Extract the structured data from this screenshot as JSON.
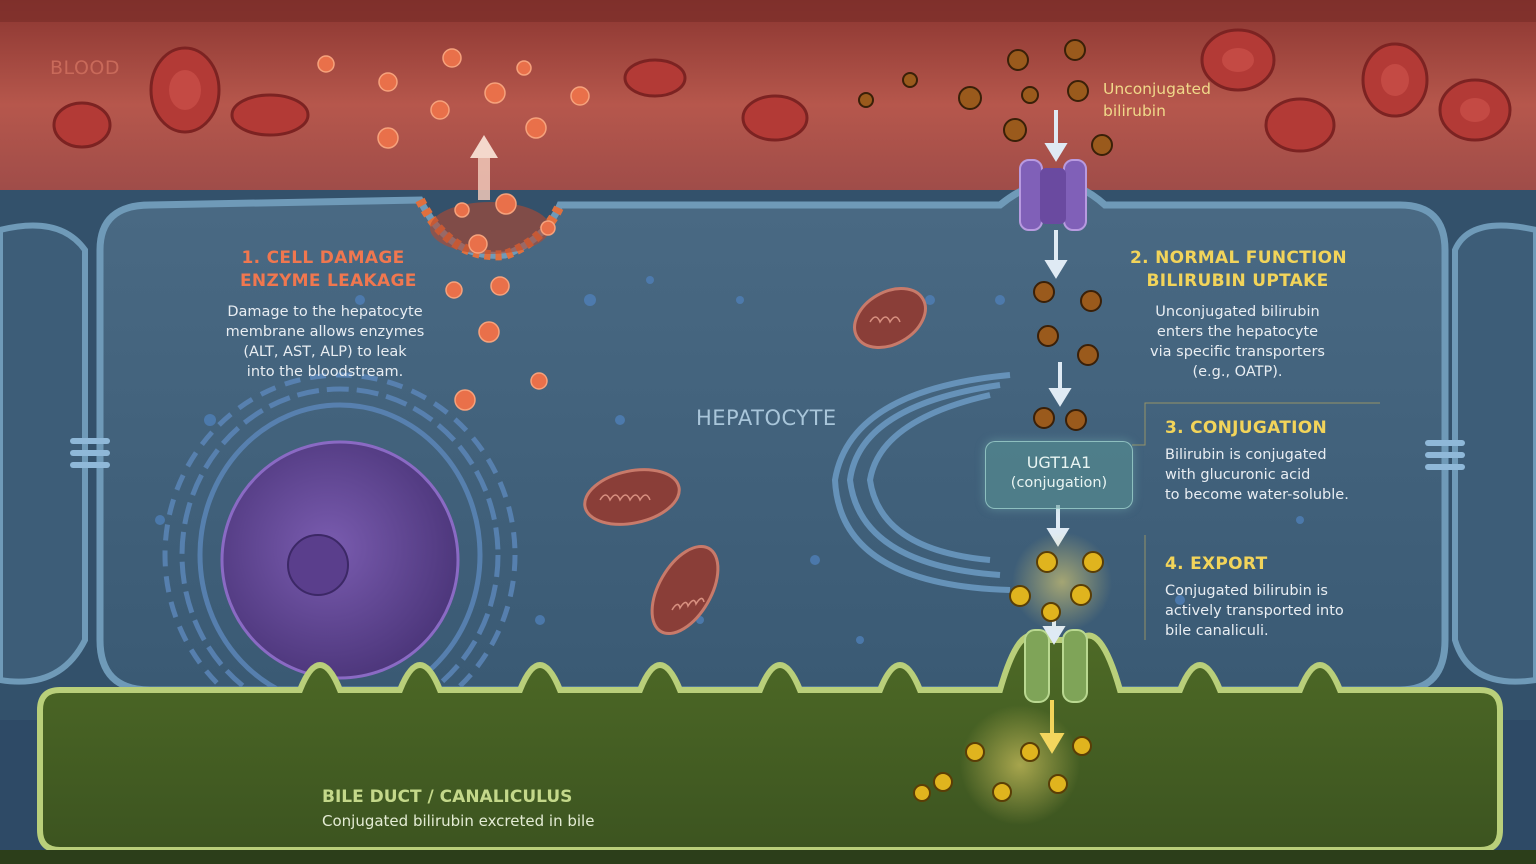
{
  "labels": {
    "blood": "BLOOD",
    "hepatocyte": "HEPATOCYTE",
    "unconjugated": "Unconjugated bilirubin"
  },
  "steps": [
    {
      "title_line1": "1. CELL DAMAGE",
      "title_line2": "ENZYME LEAKAGE",
      "text": [
        "Damage to the hepatocyte",
        "membrane allows enzymes",
        "(ALT, AST, ALP) to leak",
        "into the bloodstream."
      ]
    },
    {
      "title_line1": "2. NORMAL FUNCTION",
      "title_line2": "BILIRUBIN UPTAKE",
      "text": [
        "Unconjugated bilirubin",
        "enters the hepatocyte",
        "via specific transporters",
        "(e.g., OATP)."
      ]
    },
    {
      "title_line1": "3. CONJUGATION",
      "text": [
        "Bilirubin is conjugated",
        "with glucuronic acid",
        "to become water-soluble."
      ]
    },
    {
      "title_line1": "4. EXPORT",
      "text": [
        "Conjugated bilirubin is",
        "actively transported into",
        "bile canaliculi."
      ]
    }
  ],
  "enzyme": {
    "name": "UGT1A1",
    "sub": "(conjugation)"
  },
  "bile": {
    "title": "BILE DUCT / CANALICULUS",
    "subtitle": "Conjugated bilirubin excreted in bile"
  },
  "colors": {
    "damage": "#f0774f",
    "function": "#f2d45a",
    "blood": "#a84a42",
    "cell": "#3f627e",
    "bile": "#5f7a2c",
    "nucleus": "#6a4f9c"
  }
}
